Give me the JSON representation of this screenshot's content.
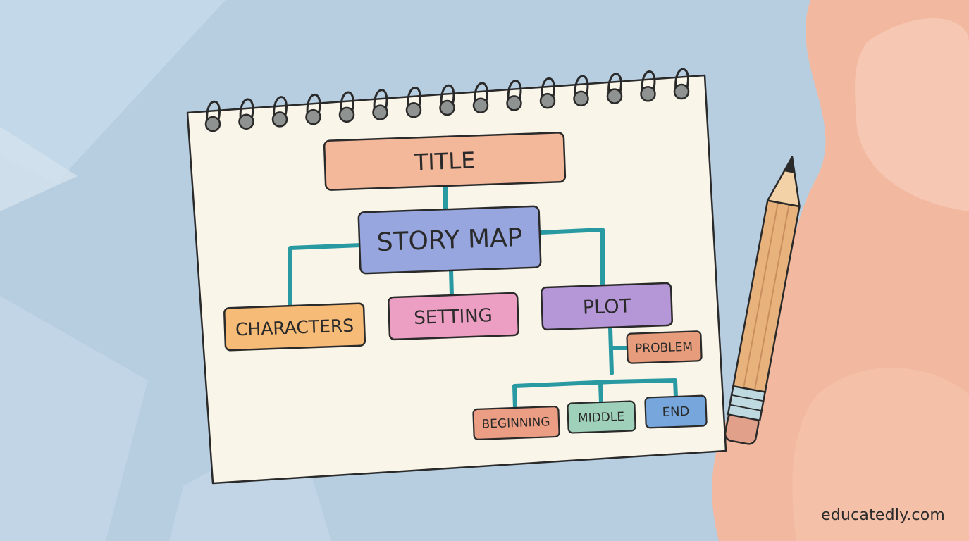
{
  "diagram": {
    "title_box": {
      "label": "TITLE",
      "color": "#f3b79a"
    },
    "center_box": {
      "label": "STORY MAP",
      "color": "#97a6de"
    },
    "characters_box": {
      "label": "CHARACTERS",
      "color": "#f7bb78"
    },
    "setting_box": {
      "label": "SETTING",
      "color": "#ec9fc2"
    },
    "plot_box": {
      "label": "PLOT",
      "color": "#b596d6"
    },
    "problem_box": {
      "label": "PROBLEM",
      "color": "#e79d7c"
    },
    "beginning_box": {
      "label": "BEGINNING",
      "color": "#ec9e84"
    },
    "middle_box": {
      "label": "MIDDLE",
      "color": "#9fd0b9"
    },
    "end_box": {
      "label": "END",
      "color": "#76a6dc"
    },
    "connector_color": "#2a9aa2"
  },
  "colors": {
    "background": "#b7cde0",
    "paper": "#faf5e9",
    "accent_peach": "#f2b9a0",
    "pencil_body": "#e8b27d"
  },
  "icons": [
    "spiral-binding-icon",
    "pencil-icon"
  ],
  "watermark": "educatedly.com"
}
